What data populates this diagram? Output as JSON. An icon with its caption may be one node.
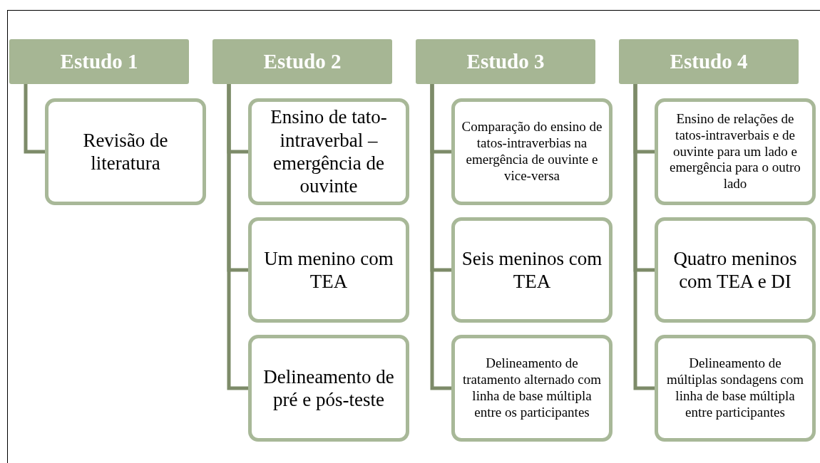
{
  "diagram": {
    "nodes": [
      {
        "text": [
          "Estudo 1"
        ]
      },
      {
        "text": [
          "Revisão de literatura"
        ]
      },
      {
        "text": [
          "Estudo 2"
        ]
      },
      {
        "text": [
          "Ensino de tato-intraverbal – emergência de ouvinte"
        ]
      },
      {
        "text": [
          "Um menino com TEA"
        ]
      },
      {
        "text": [
          "Delineamento de pré e pós-teste"
        ]
      },
      {
        "text": [
          "Estudo 3"
        ]
      },
      {
        "text": [
          "Comparação do ensino de tatos-intraverbias na emergência de ouvinte e vice-versa"
        ]
      },
      {
        "text": [
          "Seis meninos com TEA"
        ]
      },
      {
        "text": [
          "Delineamento de tratamento alternado com linha de base múltipla entre os participantes"
        ]
      },
      {
        "text": [
          "Estudo 4"
        ]
      },
      {
        "text": [
          "Ensino de relações de tatos-intraverbais e de ouvinte para um lado e emergência para o outro lado"
        ]
      },
      {
        "text": [
          "Quatro meninos com TEA e DI"
        ]
      },
      {
        "text": [
          "Delineamento de múltiplas sondagens com linha de base múltipla entre participantes"
        ]
      }
    ],
    "edges": [
      {
        "from": 0,
        "to": 1,
        "arrow": "none"
      },
      {
        "from": 2,
        "to": 3,
        "arrow": "none"
      },
      {
        "from": 2,
        "to": 4,
        "arrow": "none"
      },
      {
        "from": 2,
        "to": 5,
        "arrow": "none"
      },
      {
        "from": 6,
        "to": 7,
        "arrow": "none"
      },
      {
        "from": 6,
        "to": 8,
        "arrow": "none"
      },
      {
        "from": 6,
        "to": 9,
        "arrow": "none"
      },
      {
        "from": 10,
        "to": 11,
        "arrow": "none"
      },
      {
        "from": 10,
        "to": 12,
        "arrow": "none"
      },
      {
        "from": 10,
        "to": 13,
        "arrow": "none"
      }
    ]
  }
}
